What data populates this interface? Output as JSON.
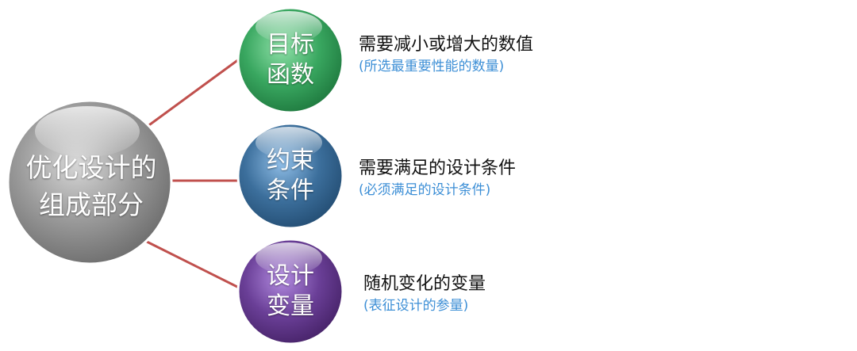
{
  "center": {
    "line1": "优化设计的",
    "line2": "组成部分",
    "color": "#9a9a9a"
  },
  "components": [
    {
      "line1": "目标",
      "line2": "函数",
      "color": "#39a760",
      "description": "需要减小或增大的数值",
      "note": "(所选最重要性能的数量)"
    },
    {
      "line1": "约束",
      "line2": "条件",
      "color": "#3c6f9c",
      "description": "需要满足的设计条件",
      "note": "(必须满足的设计条件)"
    },
    {
      "line1": "设计",
      "line2": "变量",
      "color": "#6a3f97",
      "description": "随机变化的变量",
      "note": "(表征设计的参量)"
    }
  ],
  "connector_color": "#c0504d",
  "note_color": "#3d8fd6"
}
